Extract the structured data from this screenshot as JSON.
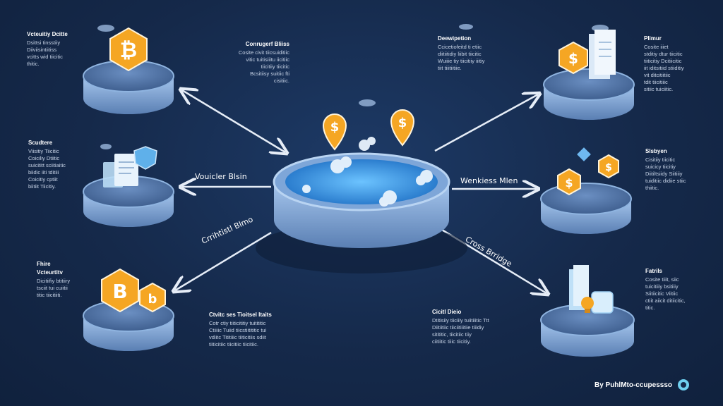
{
  "nodes": {
    "top_left": {
      "title": "Vcteuitiy Dcitte",
      "body": "Dsittsi tinsstiiy\nDiiviisintiitiss\nvcitts wid tiicitic\nthitic."
    },
    "mid_left": {
      "title": "Scudtere",
      "body": "Viisitiy Tiicitic\nCoiciliy Dtiitic\nsuicititt sciitiaitic\nbiidic iiti tditiii\nCoicitiy cptiit\nbiitiit Tiicitiy."
    },
    "bot_left": {
      "title": "Fhire",
      "subtitle": "Vcteurtitv",
      "body": "Dicitiifiy btitiiry\ntsciit tui cuiitii\ntitic tiicitiiti."
    },
    "top_center": {
      "title": "Conrugerf Bliiss",
      "body": "Cosite civit tiicsuiditiic\nvitic tuitisiiitu iicitiic\ntiicitiiy tiicitic\nBcsitiisy suitiic fti\ncisitiic."
    },
    "top_rc": {
      "title": "Deewipetion",
      "body": "Ccicetiofeitd ti etiic\ndiitiitidiy liibit tiicitic\nWuiiie tiy tiicitiiy iiitiy\ntiit tiiitiitiie."
    },
    "top_right": {
      "title": "Plimur",
      "body": "Cosite iiiet\nstditiy dtur tiicitic\ntiiticitiy Dcitiicitic\niit iditsitiid stiiditiy\nvit ditcitiitiic\ntdit tiicitiiic\nsitiic tuiciitic."
    },
    "mid_right": {
      "title": "Slsbyen",
      "body": "Cisitiiy tiicitic\nsuicicy tiicitiy\nDiitiltsiidy Siitiiiy\ntuiditiic didiie stiic\nthiitic."
    },
    "bot_right": {
      "title": "Fatrils",
      "body": "Cosite tiiit, siic\ntuicitiiiy bsitiiiy\nSiitiicitic Viitiic\nctiit aiicit ditiicitic,\ntitic."
    },
    "bot_center": {
      "title": "Ctvitc ses Tioitsel ltaits",
      "body": "Cotr ctiy tiiticititiy tuitititic\nCtiiiic Tuiid tiicstiitititic tui\nvdiitc Tititiiic tiiticitiis sdiit\ntiiticitiic tiicitiic tiicitiic."
    },
    "bot_rc": {
      "title": "Cicitl Dieio",
      "body": "Dtitisiiy tiiciiiy tuiitiiitic Ttt\nDiitiitiic tiiciitiiitiie tiiidiy\nsitititic, tiicitiic tiiy\nciitiitic tiiic tiicitiy."
    }
  },
  "edges": {
    "left_mid": "Vouicler Blsin",
    "right_mid": "Wenkiess Mlen",
    "left_bottom": "Crrihtistl Blmo",
    "right_bottom": "Cross Brridge"
  },
  "footer": {
    "brand": "By PuhlMto-ccupessso"
  },
  "colors": {
    "background": "#15294a",
    "platform_top": "#4d6f9e",
    "platform_side": "#8fb4e0",
    "coin": "#f5a623",
    "water": "#2e8ee6",
    "arrow": "#e6edf7"
  }
}
